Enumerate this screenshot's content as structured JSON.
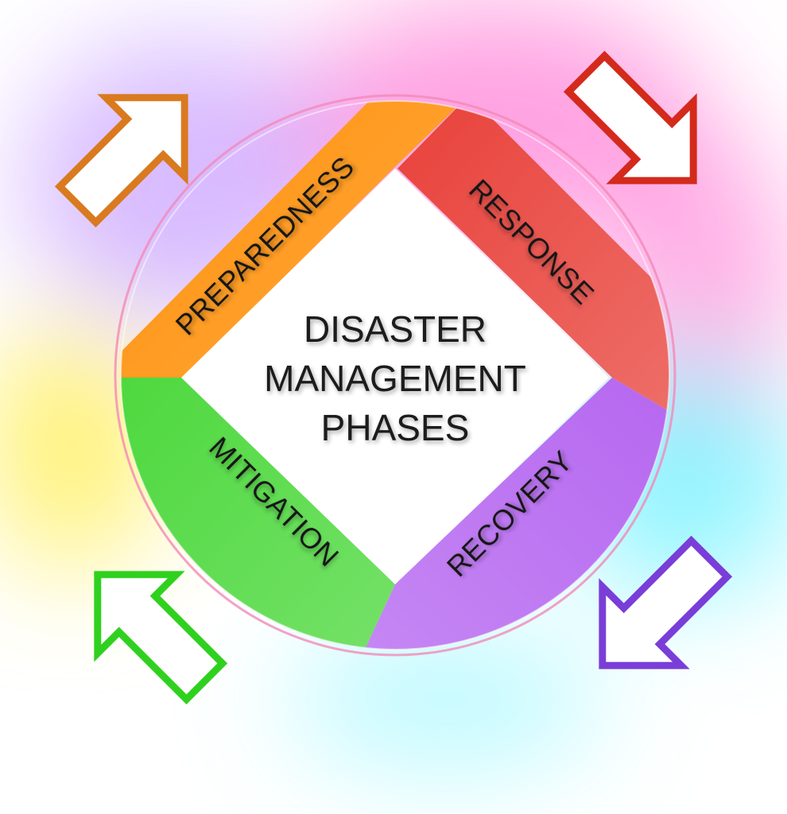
{
  "title": {
    "line1": "DISASTER",
    "line2": "MANAGEMENT",
    "line3": "PHASES"
  },
  "phases": [
    {
      "label": "PREPAREDNESS",
      "color": "#ff8c00"
    },
    {
      "label": "RESPONSE",
      "color": "#e8413a"
    },
    {
      "label": "RECOVERY",
      "color": "#b566f0"
    },
    {
      "label": "MITIGATION",
      "color": "#4cd83c"
    }
  ],
  "arrows": [
    {
      "name": "preparedness-arrow",
      "color": "#d97a1f"
    },
    {
      "name": "response-arrow",
      "color": "#d42a1c"
    },
    {
      "name": "recovery-arrow",
      "color": "#7a3ed8"
    },
    {
      "name": "mitigation-arrow",
      "color": "#2fd11e"
    }
  ],
  "glow_colors": {
    "pink": "#ff7ad6",
    "purple": "#b883ff",
    "cyan": "#6ff3ff",
    "yellow": "#ffee4a"
  }
}
